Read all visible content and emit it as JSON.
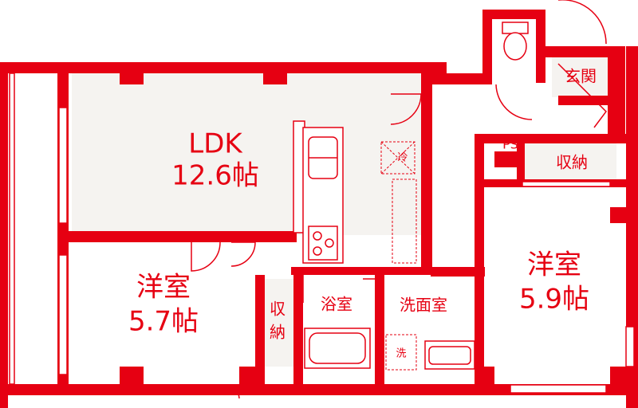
{
  "colors": {
    "wall": "#e60012",
    "room_fill": "#f5f3f0",
    "line": "#e60012"
  },
  "rooms": {
    "ldk": {
      "name": "LDK",
      "size": "12.6帖"
    },
    "western_left": {
      "name": "洋室",
      "size": "5.7帖"
    },
    "western_right": {
      "name": "洋室",
      "size": "5.9帖"
    },
    "storage_left": {
      "name_line1": "収",
      "name_line2": "納"
    },
    "bathroom": {
      "name": "浴室"
    },
    "washroom": {
      "name": "洗面室"
    },
    "entrance": {
      "name": "玄関"
    },
    "storage_right": {
      "name": "収納"
    },
    "ps": {
      "name": "PS"
    },
    "fridge": {
      "name": "冷"
    },
    "washer": {
      "name": "洗"
    }
  },
  "icons": [
    "toilet-icon",
    "sink-icon",
    "stove-icon",
    "bathtub-icon",
    "washbasin-icon"
  ]
}
